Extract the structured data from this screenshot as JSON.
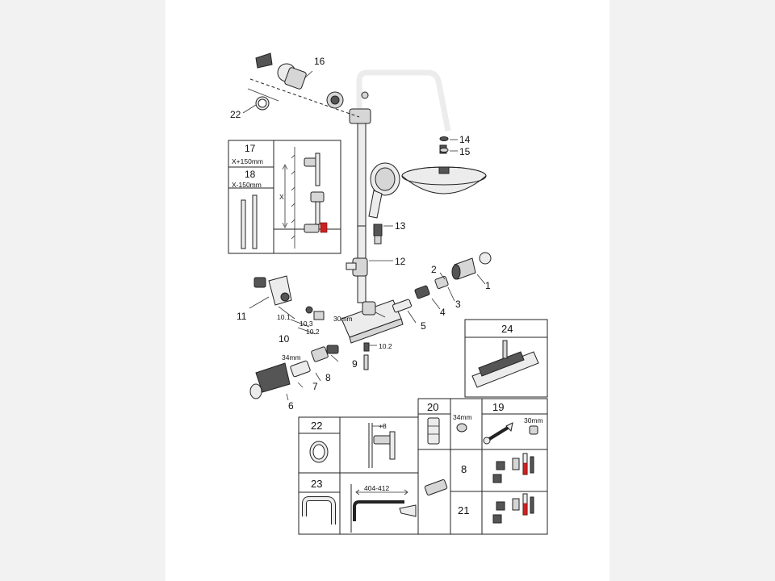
{
  "callouts": {
    "c1": "1",
    "c2": "2",
    "c3": "3",
    "c4": "4",
    "c5": "5",
    "c6": "6",
    "c7": "7",
    "c8": "8",
    "c9": "9",
    "c10": "10",
    "c10_1": "10.1",
    "c10_2": "10.2",
    "c10_2b": "10.2",
    "c10_3": "10.3",
    "c11": "11",
    "c12": "12",
    "c13": "13",
    "c14": "14",
    "c15": "15",
    "c16": "16",
    "c22": "22"
  },
  "dimensions": {
    "wrench_30mm": "30mm",
    "wrench_34mm": "34mm"
  },
  "inset_rail": {
    "n17": "17",
    "x_plus": "X+150mm",
    "n18": "18",
    "x_minus": "X-150mm",
    "x_label": "X"
  },
  "inset_24": {
    "n24": "24"
  },
  "service_table": {
    "n20": "20",
    "size_34": "34mm",
    "n19": "19",
    "size_30": "30mm",
    "n8": "8",
    "n21": "21"
  },
  "inset_22_23": {
    "n22": "22",
    "plus8": "+8",
    "n23": "23",
    "span": "404-412"
  },
  "icons": {
    "thermometer": "thermometer-icon",
    "wrench": "wrench-icon"
  },
  "colors": {
    "line": "#222222",
    "part_fill": "#d6d6d6",
    "thermo_red": "#cc2222",
    "page_bg": "#f2f2f2"
  }
}
